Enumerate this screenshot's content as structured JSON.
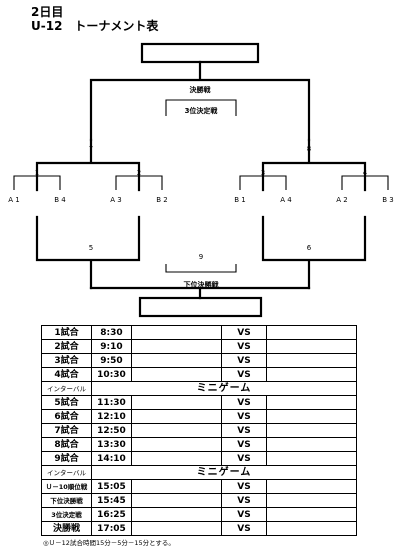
{
  "header": {
    "day_label": "2日目",
    "title": "U-12　トーナメント表"
  },
  "bracket": {
    "final_label": "決勝戦",
    "third_place_label": "3位決定戦",
    "lower_final_label": "下位決勝戦",
    "match_numbers": [
      "1",
      "2",
      "3",
      "4",
      "5",
      "6",
      "7",
      "8",
      "9"
    ],
    "slots": [
      "A 1",
      "B 4",
      "A 3",
      "B 2",
      "B 1",
      "A 4",
      "A 2",
      "B 3"
    ]
  },
  "schedule": {
    "rows": [
      {
        "kind": "match",
        "label": "1試合",
        "time": "8:30",
        "vs": "VS"
      },
      {
        "kind": "match",
        "label": "2試合",
        "time": "9:10",
        "vs": "VS"
      },
      {
        "kind": "match",
        "label": "3試合",
        "time": "9:50",
        "vs": "VS"
      },
      {
        "kind": "match",
        "label": "4試合",
        "time": "10:30",
        "vs": "VS"
      },
      {
        "kind": "break",
        "label": "インターバル",
        "text": "ミニゲーム"
      },
      {
        "kind": "match",
        "label": "5試合",
        "time": "11:30",
        "vs": "VS"
      },
      {
        "kind": "match",
        "label": "6試合",
        "time": "12:10",
        "vs": "VS"
      },
      {
        "kind": "match",
        "label": "7試合",
        "time": "12:50",
        "vs": "VS"
      },
      {
        "kind": "match",
        "label": "8試合",
        "time": "13:30",
        "vs": "VS"
      },
      {
        "kind": "match",
        "label": "9試合",
        "time": "14:10",
        "vs": "VS"
      },
      {
        "kind": "break",
        "label": "インターバル",
        "text": "ミニゲーム"
      },
      {
        "kind": "match",
        "label": "Ｕ－10順位戦",
        "time": "15:05",
        "vs": "VS",
        "small": true
      },
      {
        "kind": "match",
        "label": "下位決勝戦",
        "time": "15:45",
        "vs": "VS",
        "small": true
      },
      {
        "kind": "match",
        "label": "3位決定戦",
        "time": "16:25",
        "vs": "VS",
        "small": true
      },
      {
        "kind": "match",
        "label": "決勝戦",
        "time": "17:05",
        "vs": "VS"
      }
    ]
  },
  "note": "◎Ｕ－12試合時間15分－5分－15分とする。"
}
